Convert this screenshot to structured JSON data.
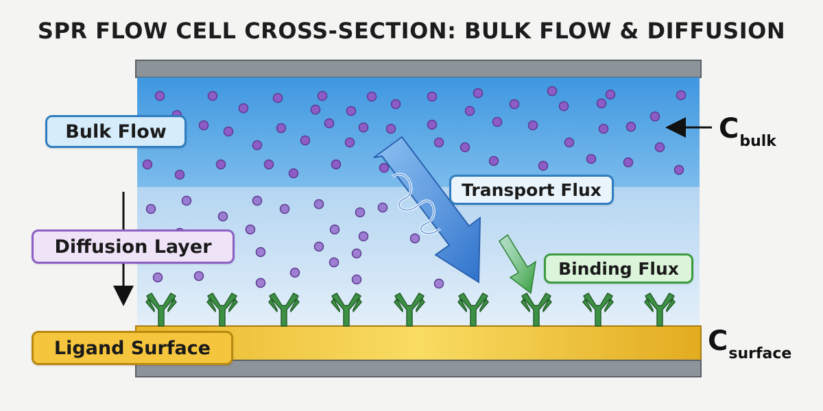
{
  "title": "SPR FLOW CELL CROSS-SECTION: BULK FLOW & DIFFUSION",
  "labels": {
    "bulk_flow": "Bulk Flow",
    "diffusion_layer": "Diffusion Layer",
    "ligand_surface": "Ligand Surface",
    "transport_flux": "Transport Flux",
    "binding_flux": "Binding Flux"
  },
  "concentrations": {
    "bulk": {
      "symbol": "C",
      "subscript": "bulk"
    },
    "surface": {
      "symbol": "C",
      "subscript": "surface"
    }
  },
  "colors": {
    "bulk_region": "#4aa0e2",
    "diffusion_region": "#c6def3",
    "analyte": "#8e5cc6",
    "ligand_antibody": "#3d9144",
    "surface": "#f0c53a",
    "wall": "#8c9399",
    "transport_arrow": "#3a7fd0",
    "binding_arrow": "#36a03d"
  },
  "icons": {
    "analyte": "analyte-molecule-icon",
    "ligand": "antibody-y-icon"
  }
}
